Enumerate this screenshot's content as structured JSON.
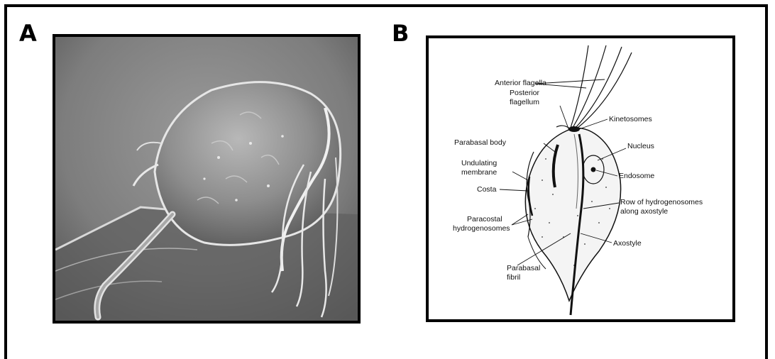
{
  "panels": {
    "a": {
      "letter": "A"
    },
    "b": {
      "letter": "B"
    }
  },
  "labels": {
    "anterior_flagella": "Anterior flagella",
    "posterior_flagellum_1": "Posterior",
    "posterior_flagellum_2": "flagellum",
    "kinetosomes": "Kinetosomes",
    "parabasal_body": "Parabasal body",
    "nucleus": "Nucleus",
    "undulating_membrane_1": "Undulating",
    "undulating_membrane_2": "membrane",
    "endosome": "Endosome",
    "costa": "Costa",
    "row_hydrogenosomes_1": "Row of hydrogenosomes",
    "row_hydrogenosomes_2": "along axostyle",
    "paracostal_1": "Paracostal",
    "paracostal_2": "hydrogenosomes",
    "axostyle": "Axostyle",
    "parabasal_fibril_1": "Parabasal",
    "parabasal_fibril_2": "fibril"
  },
  "colors": {
    "border": "#000000",
    "background": "#ffffff",
    "micrograph_bg": "#8c8c8c"
  }
}
